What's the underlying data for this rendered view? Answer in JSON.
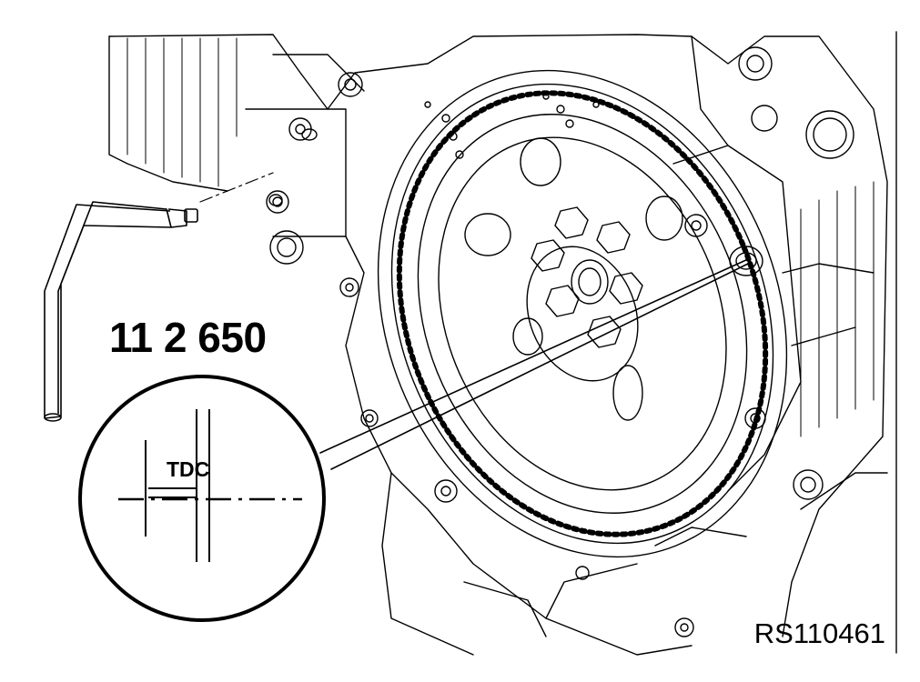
{
  "labels": {
    "tool_number": "11 2 650",
    "tdc_mark": "TDC",
    "reference_code": "RS110461"
  },
  "colors": {
    "ink": "#000000",
    "paper": "#ffffff"
  },
  "icons": {
    "tool": "pin-tool-icon",
    "detail": "magnifier-detail-circle"
  }
}
